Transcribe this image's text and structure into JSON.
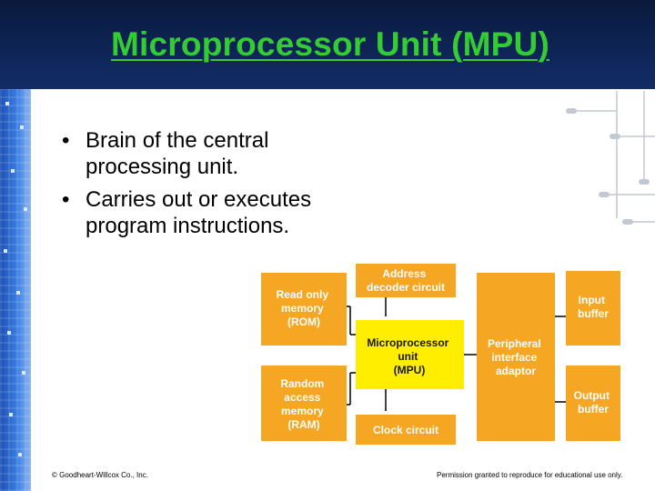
{
  "slide": {
    "title": "Microprocessor Unit (MPU)",
    "bullets": [
      "Brain of the central processing unit.",
      "Carries out or executes program instructions."
    ],
    "footer_left": "© Goodheart-Willcox Co., Inc.",
    "footer_right": "Permission granted to reproduce for educational use only."
  },
  "diagram": {
    "boxes": {
      "address_decoder": [
        "Address",
        "decoder circuit"
      ],
      "rom": [
        "Read only",
        "memory",
        "(ROM)"
      ],
      "mpu": [
        "Microprocessor",
        "unit",
        "(MPU)"
      ],
      "ram": [
        "Random",
        "access",
        "memory",
        "(RAM)"
      ],
      "clock": [
        "Clock circuit"
      ],
      "pia": [
        "Peripheral",
        "interface",
        "adaptor"
      ],
      "input_buffer": [
        "Input",
        "buffer"
      ],
      "output_buffer": [
        "Output",
        "buffer"
      ]
    }
  },
  "colors": {
    "box_fill": "#f5a623",
    "mpu_fill": "#ffee00",
    "box_text": "#ffffff",
    "mpu_text": "#1a1a1a",
    "title": "#33cc33",
    "connector": "#000000"
  }
}
